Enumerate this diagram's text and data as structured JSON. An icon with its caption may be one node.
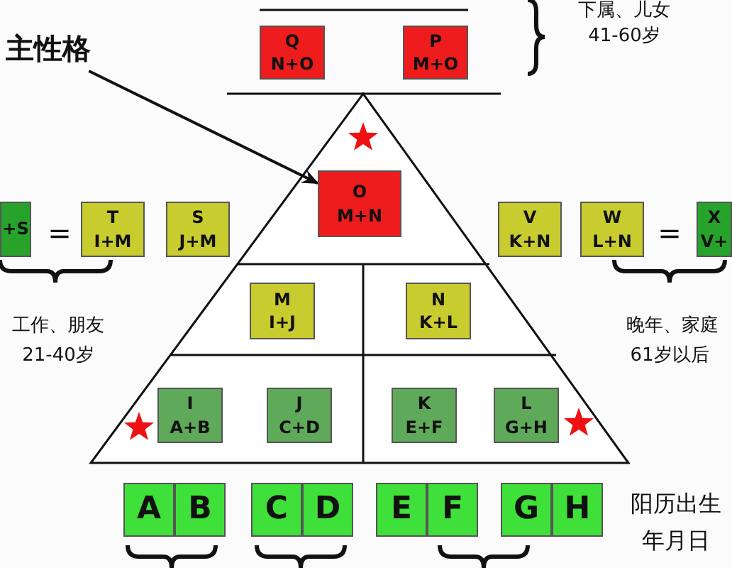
{
  "diagram": {
    "nodes": [
      {
        "text": [
          "Q",
          "N+O"
        ]
      },
      {
        "text": [
          "P",
          "M+O"
        ]
      },
      {
        "text": [
          "O",
          "M+N"
        ]
      },
      {
        "text": [
          "+S"
        ]
      },
      {
        "text": [
          "T",
          "I+M"
        ]
      },
      {
        "text": [
          "S",
          "J+M"
        ]
      },
      {
        "text": [
          "V",
          "K+N"
        ]
      },
      {
        "text": [
          "W",
          "L+N"
        ]
      },
      {
        "text": [
          "X",
          "V+"
        ]
      },
      {
        "text": [
          "M",
          "I+J"
        ]
      },
      {
        "text": [
          "N",
          "K+L"
        ]
      },
      {
        "text": [
          "I",
          "A+B"
        ]
      },
      {
        "text": [
          "J",
          "C+D"
        ]
      },
      {
        "text": [
          "K",
          "E+F"
        ]
      },
      {
        "text": [
          "L",
          "G+H"
        ]
      },
      {
        "text": [
          "A"
        ]
      },
      {
        "text": [
          "B"
        ]
      },
      {
        "text": [
          "C"
        ]
      },
      {
        "text": [
          "D"
        ]
      },
      {
        "text": [
          "E"
        ]
      },
      {
        "text": [
          "F"
        ]
      },
      {
        "text": [
          "G"
        ]
      },
      {
        "text": [
          "H"
        ]
      },
      {
        "text": [
          "主性格"
        ]
      }
    ],
    "edges": [
      {
        "from": 23,
        "to": 2,
        "arrow": "to"
      }
    ],
    "labels": [
      "下属、儿女",
      "41-60岁",
      "=",
      "=",
      "工作、朋友",
      "21-40岁",
      "晚年、家庭",
      "61岁以后",
      "阳历出生",
      "年月日"
    ]
  }
}
